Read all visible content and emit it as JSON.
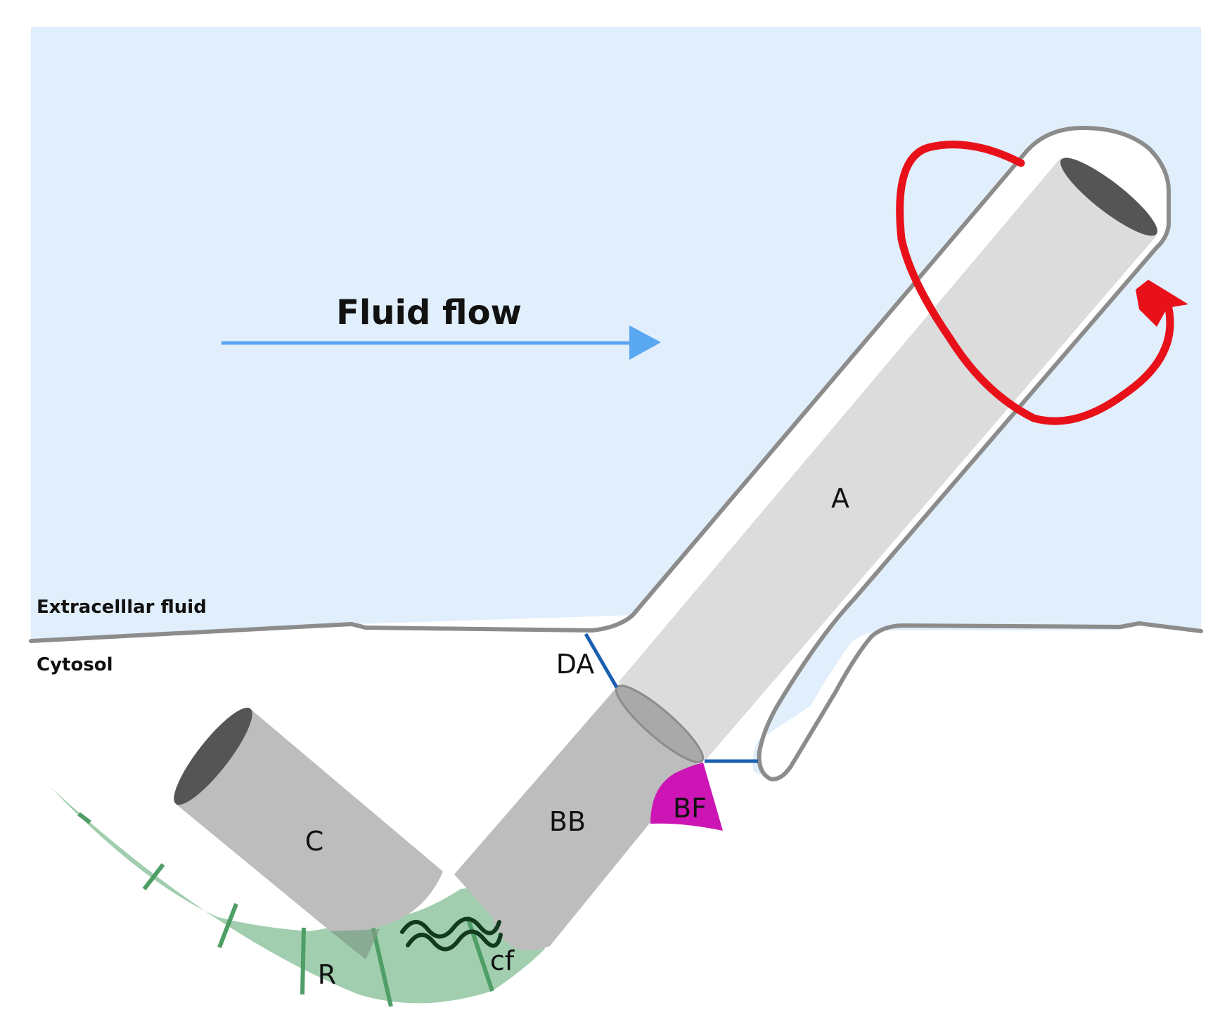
{
  "labels": {
    "fluid_flow": "Fluid flow",
    "extracellular": "Extracelllar fluid",
    "cytosol": "Cytosol",
    "axoneme": "A",
    "basal_body": "BB",
    "centriole": "C",
    "rootlet": "R",
    "connecting_fibers": "cf",
    "distal_appendage": "DA",
    "basal_foot": "BF"
  },
  "icons": {
    "flow_arrow": "arrow-right-icon",
    "rotation": "rotation-arrow-icon"
  },
  "colors": {
    "extracellular_fluid": "#e1eefb",
    "membrane": "#8c8c8c",
    "axoneme": "#dcdcdc",
    "basal_body": "#bdbdbd",
    "centriole": "#bdbdbd",
    "lumen": "#555555",
    "rootlet": "#9ccbab",
    "rootlet_striation": "#4e9e66",
    "connecting_fibers": "#123a1e",
    "distal_appendage": "#1a5fb0",
    "basal_foot": "#cc15b4",
    "flow_arrow": "#5aa7f2",
    "rotation_arrow": "#e8111a"
  }
}
